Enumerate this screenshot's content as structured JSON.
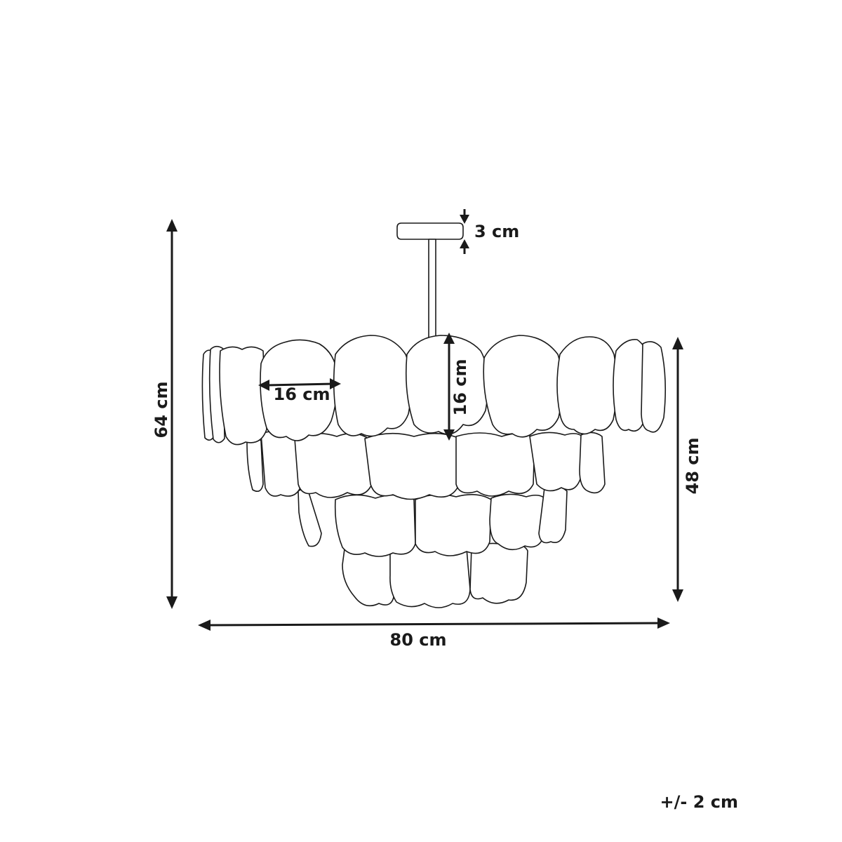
{
  "dimensions": {
    "total_height": "64 cm",
    "width": "80 cm",
    "shade_height": "48 cm",
    "canopy_height": "3 cm",
    "disc_width": "16 cm",
    "disc_height": "16 cm"
  },
  "tolerance": "+/- 2 cm",
  "colors": {
    "line": "#1a1a1a",
    "background": "#ffffff"
  }
}
